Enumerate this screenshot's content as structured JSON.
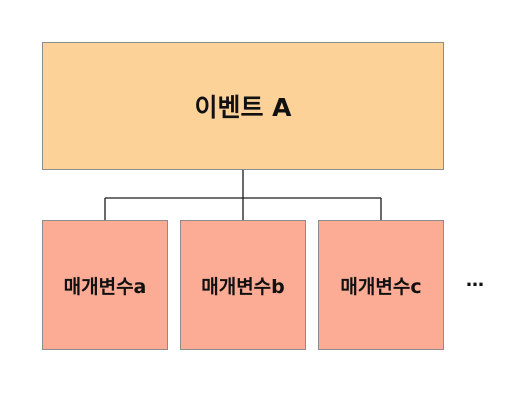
{
  "colors": {
    "root_fill": "#fcd298",
    "child_fill": "#fcab95",
    "line": "#1a1a1a"
  },
  "root": {
    "label": "이벤트 A"
  },
  "children": [
    {
      "label": "매개변수a"
    },
    {
      "label": "매개변수b"
    },
    {
      "label": "매개변수c"
    }
  ],
  "more": "…"
}
